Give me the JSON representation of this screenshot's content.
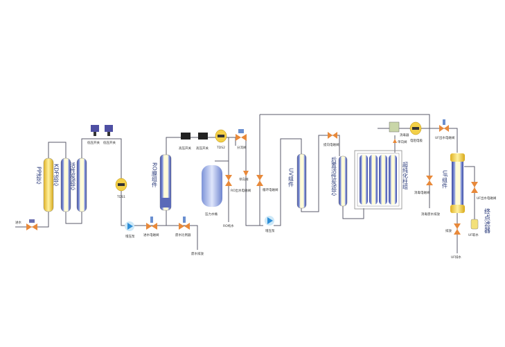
{
  "title": "超纯水处理工艺流程图",
  "labels": {
    "raw_water": "进水",
    "pp_filter": "PP滤芯",
    "kdf_filter": "KDF滤芯",
    "carbon_filter": "活性炭滤芯",
    "low_switch_1": "低压开关",
    "low_switch_2": "低压开关",
    "tds1": "TDS1",
    "booster_pump": "增压泵",
    "inlet_valve": "进水电磁阀",
    "ro_module": "RO膜组件",
    "high_switch_1": "高压开关",
    "high_switch_2": "高压开关",
    "tds2": "TDS2",
    "waste_ratio": "废水比例器",
    "waste_drain": "废水排放",
    "pressure_tank": "压力水桶",
    "ro_outlet_valve": "RO出水电磁阀",
    "ro_water": "RO纯水",
    "flow_valve": "分流阀",
    "check_valve": "单向阀",
    "circ_valve": "循环电磁阀",
    "circ_pump": "增压泵",
    "uv_module": "UV组件",
    "change_valve": "提向电磁阀",
    "post_carbon": "后置活性炭滤芯",
    "ultra_column": "超纯化柱组",
    "check_valve2": "单向阀",
    "ozone": "消毒器",
    "resistivity": "电阻电极",
    "disinfect_valve": "消毒电磁阀",
    "disinfect_drain": "消毒废水排放",
    "uf_valve": "UF出水电磁阀",
    "uf_module": "UF组件",
    "uf_terminal_valve": "UF出水电磁阀",
    "point_filter": "终点滤器",
    "uf_water": "UF取水",
    "drain_valve": "排放",
    "uf_out": "UF排水"
  },
  "colors": {
    "pipe": "#5a5a6a",
    "yellow": "#f3d048",
    "blue": "#4a5bb5",
    "valve": "#e8893a"
  }
}
